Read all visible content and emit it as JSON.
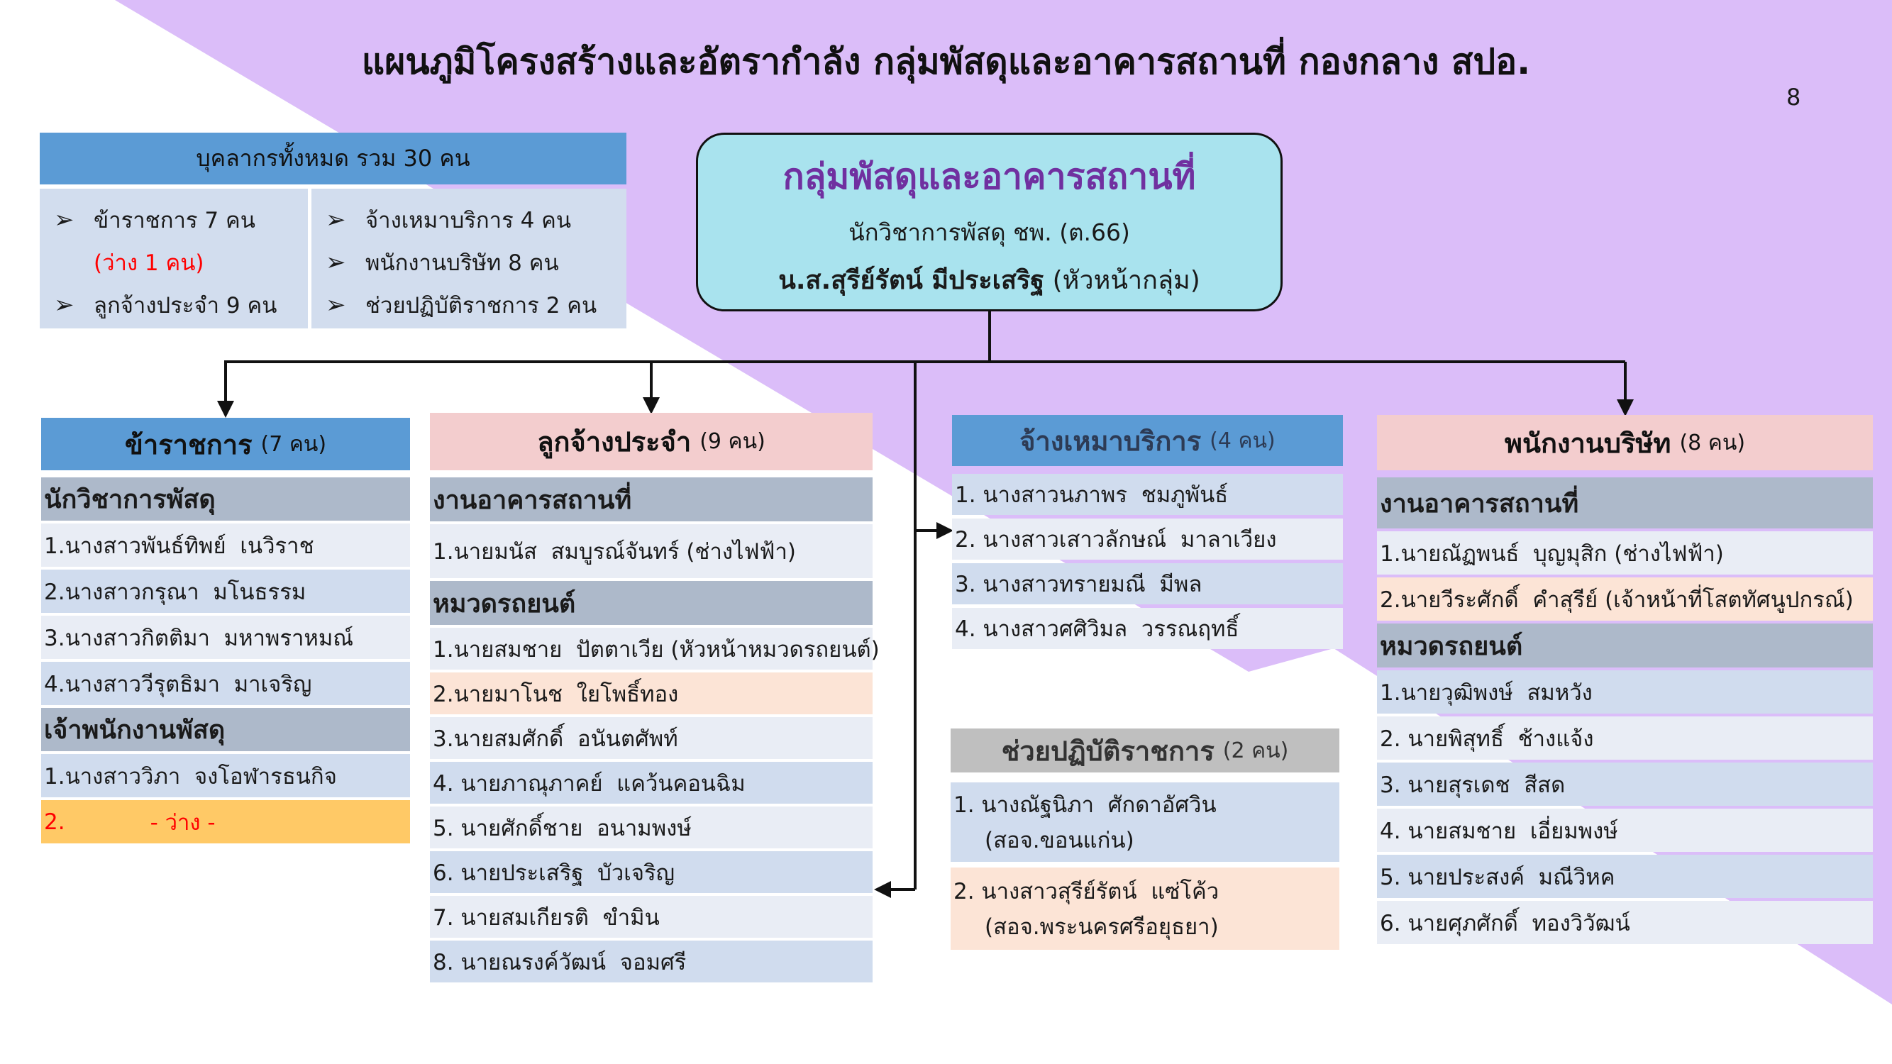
{
  "page_title": "แผนภูมิโครงสร้างและอัตรากำลัง กลุ่มพัสดุและอาคารสถานที่ กองกลาง สปอ.",
  "page_number": "8",
  "colors": {
    "lavender": "#dbbdf9",
    "header_blue": "#5b9bd5",
    "header_pink": "#f3cdce",
    "center_box": "#a9e3ee",
    "title_purple": "#7030a0"
  },
  "summary": {
    "header": "บุคลากรทั้งหมด รวม 30 คน",
    "left": [
      "ข้าราชการ 7 คน",
      "(ว่าง 1 คน)",
      "ลูกจ้างประจำ 9 คน"
    ],
    "right": [
      "จ้างเหมาบริการ 4 คน",
      "พนักงานบริษัท 8 คน",
      "ช่วยปฏิบัติราชการ 2 คน"
    ]
  },
  "center": {
    "title": "กลุ่มพัสดุและอาคารสถานที่",
    "position": "นักวิชาการพัสดุ ชพ. (ต.66)",
    "name": "น.ส.สุรีย์รัตน์ มีประเสริฐ",
    "role": " (หัวหน้ากลุ่ม)"
  },
  "columns": [
    {
      "title": "ข้าราชการ",
      "count": "(7 คน)",
      "rows": [
        {
          "text": "นักวิชาการพัสดุ",
          "tone": "sub"
        },
        {
          "text": "1.นางสาวพันธ์ทิพย์  เนวิราช",
          "tone": "light"
        },
        {
          "text": "2.นางสาวกรุณา  มโนธรรม",
          "tone": "dark"
        },
        {
          "text": "3.นางสาวกิตติมา  มหาพราหมณ์",
          "tone": "light"
        },
        {
          "text": "4.นางสาววีรุตธิมา  มาเจริญ",
          "tone": "dark"
        },
        {
          "text": "เจ้าพนักงานพัสดุ",
          "tone": "sub"
        },
        {
          "text": "1.นางสาววิภา  จงโอฬารธนกิจ",
          "tone": "dark"
        },
        {
          "text": "2.",
          "extra": "- ว่าง -",
          "tone": "vacant"
        }
      ]
    },
    {
      "title": "ลูกจ้างประจำ",
      "count": "(9 คน)",
      "rows": [
        {
          "text": "งานอาคารสถานที่",
          "tone": "sub"
        },
        {
          "text": "1.นายมนัส  สมบูรณ์จันทร์ (ช่างไฟฟ้า)",
          "tone": "light"
        },
        {
          "text": "หมวดรถยนต์",
          "tone": "sub"
        },
        {
          "text": "1.นายสมชาย  ปัตตาเวีย (หัวหน้าหมวดรถยนต์)",
          "tone": "light"
        },
        {
          "text": "2.นายมาโนช  ใยโพธิ์ทอง",
          "tone": "peach"
        },
        {
          "text": "3.นายสมศักดิ์  อนันตศัพท์",
          "tone": "light"
        },
        {
          "text": "4. นายภาณุภาคย์  แคว้นคอนฉิม",
          "tone": "dark"
        },
        {
          "text": "5. นายศักดิ์ชาย  อนามพงษ์",
          "tone": "light"
        },
        {
          "text": "6. นายประเสริฐ  บัวเจริญ",
          "tone": "dark"
        },
        {
          "text": "7. นายสมเกียรติ  ขำมิน",
          "tone": "light"
        },
        {
          "text": "8. นายณรงค์วัฒน์  จอมศรี",
          "tone": "dark"
        }
      ]
    },
    {
      "title": "จ้างเหมาบริการ",
      "count": "(4 คน)",
      "rows": [
        {
          "text": "1. นางสาวนภาพร  ชมภูพันธ์",
          "tone": "dark"
        },
        {
          "text": "2. นางสาวเสาวลักษณ์  มาลาเวียง",
          "tone": "light"
        },
        {
          "text": "3. นางสาวทรายมณี  มีพล",
          "tone": "dark"
        },
        {
          "text": "4. นางสาวศศิวิมล  วรรณฤทธิ์",
          "tone": "light"
        }
      ]
    },
    {
      "title": "ช่วยปฏิบัติราชการ",
      "count": "(2 คน)",
      "rows": [
        {
          "text": "1. นางณัฐนิภา  ศักดาอัศวิน",
          "extra": "(สอจ.ขอนแก่น)",
          "tone": "dark"
        },
        {
          "text": "2. นางสาวสุรีย์รัตน์  แซ่โค้ว",
          "extra": "(สอจ.พระนครศรีอยุธยา)",
          "tone": "peach"
        }
      ]
    },
    {
      "title": "พนักงานบริษัท",
      "count": "(8 คน)",
      "rows": [
        {
          "text": "งานอาคารสถานที่",
          "tone": "sub"
        },
        {
          "text": "1.นายณัฏพนธ์  บุญมุสิก (ช่างไฟฟ้า)",
          "tone": "light"
        },
        {
          "text": "2.นายวีระศักดิ์  คำสุรีย์ (เจ้าหน้าที่โสตทัศนูปกรณ์)",
          "tone": "peach"
        },
        {
          "text": "หมวดรถยนต์",
          "tone": "sub"
        },
        {
          "text": "1.นายวุฒิพงษ์  สมหวัง",
          "tone": "dark"
        },
        {
          "text": "2. นายพิสุทธิ์  ช้างแจ้ง",
          "tone": "light"
        },
        {
          "text": "3. นายสุรเดช  สีสด",
          "tone": "dark"
        },
        {
          "text": "4. นายสมชาย  เอี่ยมพงษ์",
          "tone": "light"
        },
        {
          "text": "5. นายประสงค์  มณีวิหค",
          "tone": "dark"
        },
        {
          "text": "6. นายศุภศักดิ์  ทองวิวัฒน์",
          "tone": "light"
        }
      ]
    }
  ]
}
